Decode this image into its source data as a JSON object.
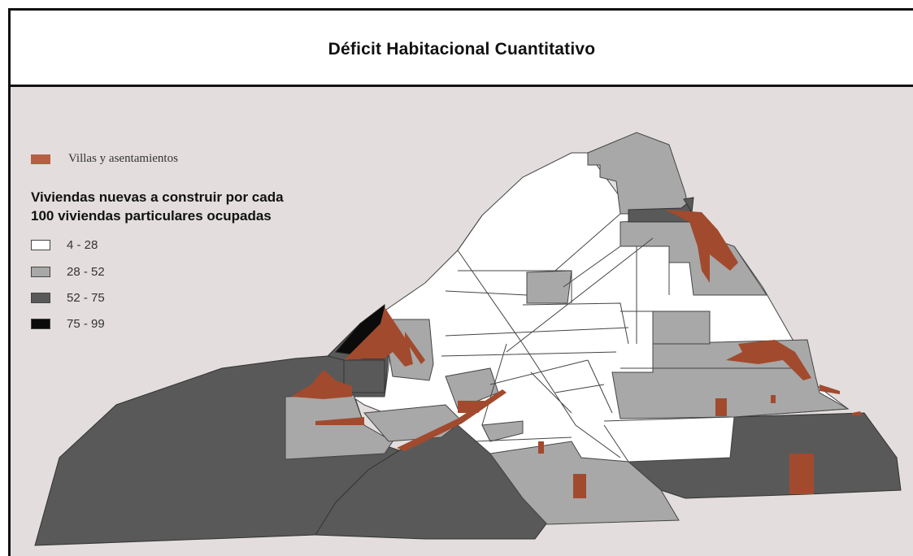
{
  "title": "Déficit Habitacional Cuantitativo",
  "legend": {
    "overlay_label": "Villas y asentamientos",
    "overlay_color": "#b75e42",
    "heading_line1": "Viviendas nuevas a construir por cada",
    "heading_line2": "100 viviendas particulares ocupadas",
    "classes": [
      {
        "label": "4 - 28",
        "color": "#ffffff"
      },
      {
        "label": "28 - 52",
        "color": "#a8a8a8"
      },
      {
        "label": "52 - 75",
        "color": "#595959"
      },
      {
        "label": "75 - 99",
        "color": "#0b0b0b"
      }
    ]
  },
  "colors": {
    "background": "#e3dedd",
    "villa": "#a24a2e",
    "frame": "#111111"
  }
}
